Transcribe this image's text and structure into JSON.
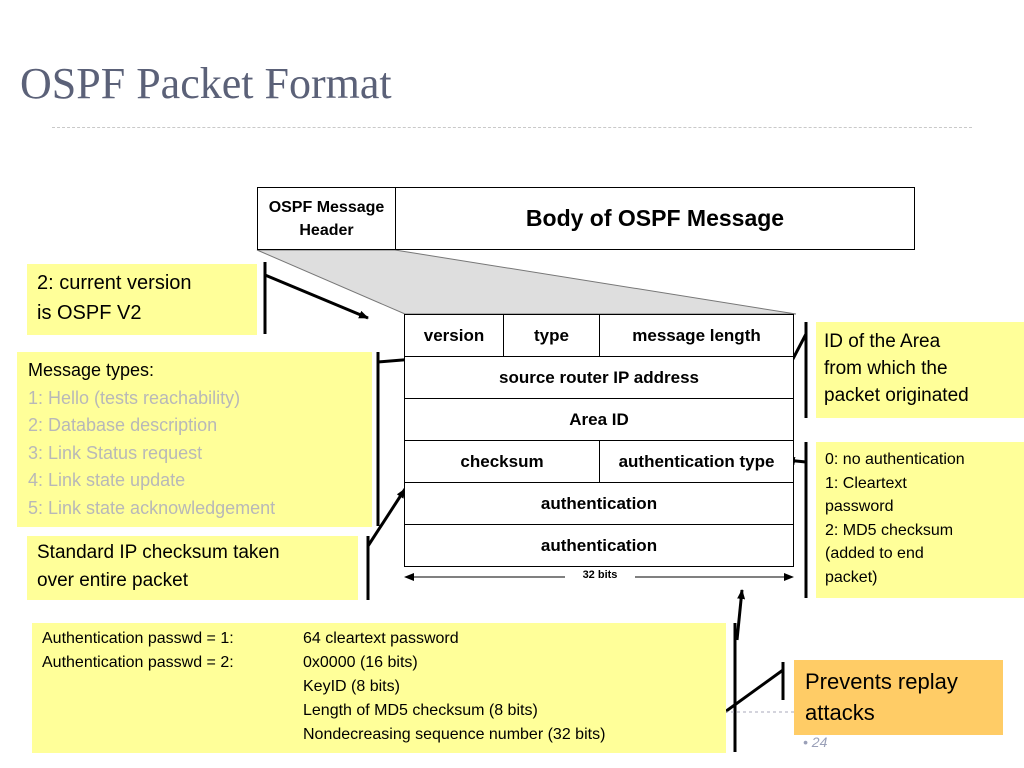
{
  "title": "OSPF Packet Format",
  "top_row": {
    "header": [
      "OSPF Message",
      "Header"
    ],
    "body": "Body of OSPF Message"
  },
  "header_fields": {
    "version": "version",
    "type": "type",
    "message_length": "message length",
    "source_router": "source router IP address",
    "area_id": "Area ID",
    "checksum": "checksum",
    "auth_type": "authentication type",
    "auth1": "authentication",
    "auth2": "authentication",
    "width_label": "32 bits"
  },
  "notes": {
    "version_note": [
      "2: current version",
      "is OSPF V2"
    ],
    "message_types": {
      "heading": "Message types:",
      "items": [
        "1: Hello (tests reachability)",
        "2: Database description",
        "3: Link Status request",
        "4: Link state update",
        "5: Link state acknowledgement"
      ]
    },
    "checksum_note": [
      "Standard IP checksum taken",
      "over entire packet"
    ],
    "area_note": [
      "ID of the Area",
      "from which the",
      "packet originated"
    ],
    "auth_type_note": [
      "0: no authentication",
      "1: Cleartext",
      "password",
      "2: MD5 checksum",
      "(added to end",
      "packet)"
    ],
    "auth_passwd": {
      "labels": [
        "Authentication passwd = 1:",
        "Authentication passwd = 2:"
      ],
      "values": [
        "64 cleartext password",
        "0x0000 (16 bits)",
        "KeyID (8 bits)",
        "Length of MD5 checksum (8 bits)",
        "Nondecreasing sequence number (32 bits)"
      ]
    },
    "replay_note": [
      "Prevents replay",
      "attacks"
    ]
  },
  "page_number": "24",
  "colors": {
    "note_yellow": "#ffff99",
    "note_orange": "#ffcc66",
    "title": "#5b6178",
    "secondary_text": "#b8b8b8"
  }
}
